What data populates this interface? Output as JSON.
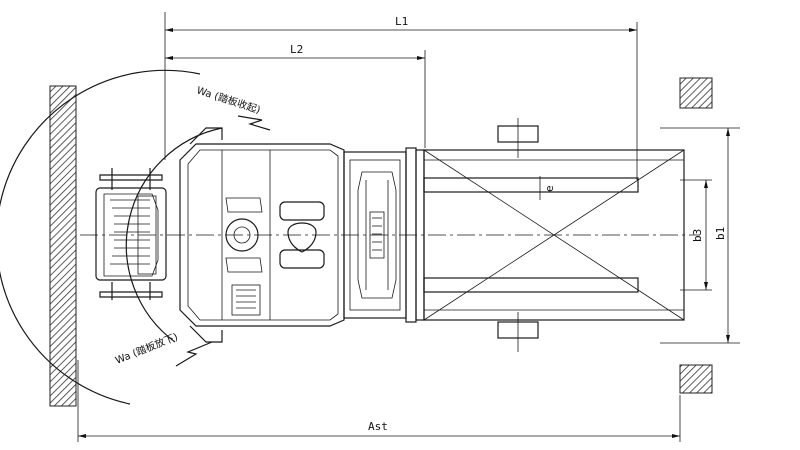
{
  "dimensions": {
    "l1": "L1",
    "l2": "L2",
    "b1": "b1",
    "b3": "b3",
    "e": "e",
    "ast": "Ast",
    "wa_folded": "Wa (踏板收起)",
    "wa_down": "Wa (踏板放下)"
  },
  "colors": {
    "line": "#1a1a1a",
    "hatch": "#333333",
    "background": "#ffffff"
  }
}
